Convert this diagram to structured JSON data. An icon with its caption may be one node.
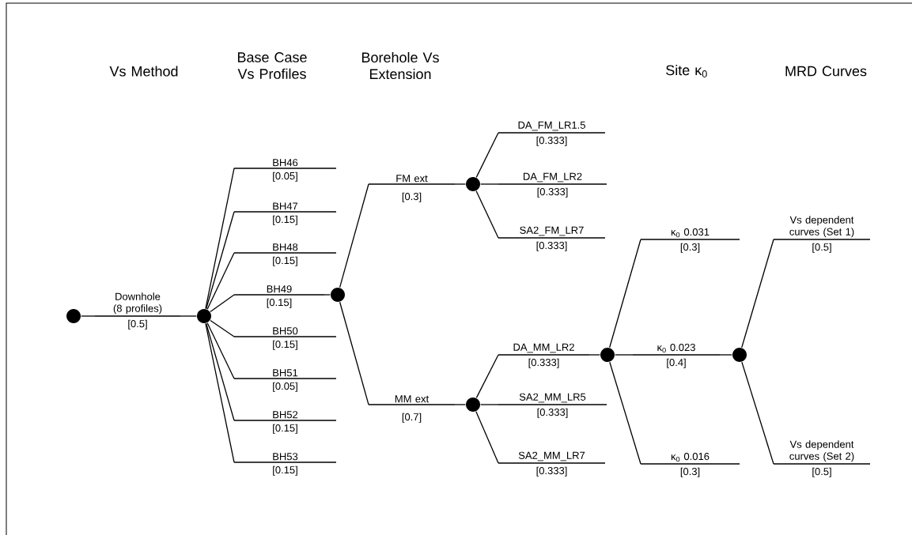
{
  "diagram": {
    "nodes": [
      {
        "text": [],
        "shape": "circle"
      },
      {
        "text": [
          "Downhole (8 profiles)",
          "[0.5]"
        ]
      },
      {
        "text": [],
        "shape": "circle"
      },
      {
        "text": [
          "BH46",
          "[0.05]"
        ]
      },
      {
        "text": [
          "BH47",
          "[0.15]"
        ]
      },
      {
        "text": [
          "BH48",
          "[0.15]"
        ]
      },
      {
        "text": [
          "BH49",
          "[0.15]"
        ]
      },
      {
        "text": [
          "BH50",
          "[0.15]"
        ]
      },
      {
        "text": [
          "BH51",
          "[0.05]"
        ]
      },
      {
        "text": [
          "BH52",
          "[0.15]"
        ]
      },
      {
        "text": [
          "BH53",
          "[0.15]"
        ]
      },
      {
        "text": [],
        "shape": "circle"
      },
      {
        "text": [
          "FM ext",
          "[0.3]"
        ]
      },
      {
        "text": [],
        "shape": "circle"
      },
      {
        "text": [
          "DA_FM_LR1.5",
          "[0.333]"
        ]
      },
      {
        "text": [
          "DA_FM_LR2",
          "[0.333]"
        ]
      },
      {
        "text": [
          "SA2_FM_LR7",
          "[0.333]"
        ]
      },
      {
        "text": [
          "MM ext",
          "[0.7]"
        ]
      },
      {
        "text": [],
        "shape": "circle"
      },
      {
        "text": [
          "DA_MM_LR2",
          "[0.333]"
        ]
      },
      {
        "text": [
          "SA2_MM_LR5",
          "[0.333]"
        ]
      },
      {
        "text": [
          "SA2_MM_LR7",
          "[0.333]"
        ]
      },
      {
        "text": [],
        "shape": "circle"
      },
      {
        "text": [
          "κ$_{0}$ 0.031",
          "[0.3]"
        ]
      },
      {
        "text": [
          "κ$_{0}$ 0.023",
          "[0.4]"
        ]
      },
      {
        "text": [
          "κ$_{0}$ 0.016",
          "[0.3]"
        ]
      },
      {
        "text": [],
        "shape": "circle"
      },
      {
        "text": [
          "Vs dependent curves (Set 1)",
          "[0.5]"
        ]
      },
      {
        "text": [
          "Vs dependent curves (Set 2)",
          "[0.5]"
        ]
      }
    ],
    "edges": [
      {
        "from": 0,
        "to": 1,
        "arrow": "none"
      },
      {
        "from": 1,
        "to": 2,
        "arrow": "none"
      },
      {
        "from": 2,
        "to": 3,
        "arrow": "none"
      },
      {
        "from": 2,
        "to": 4,
        "arrow": "none"
      },
      {
        "from": 2,
        "to": 5,
        "arrow": "none"
      },
      {
        "from": 2,
        "to": 6,
        "arrow": "none"
      },
      {
        "from": 2,
        "to": 7,
        "arrow": "none"
      },
      {
        "from": 2,
        "to": 8,
        "arrow": "none"
      },
      {
        "from": 2,
        "to": 9,
        "arrow": "none"
      },
      {
        "from": 2,
        "to": 10,
        "arrow": "none"
      },
      {
        "from": 6,
        "to": 11,
        "arrow": "none"
      },
      {
        "from": 11,
        "to": 12,
        "arrow": "none"
      },
      {
        "from": 11,
        "to": 17,
        "arrow": "none"
      },
      {
        "from": 12,
        "to": 13,
        "arrow": "none"
      },
      {
        "from": 13,
        "to": 14,
        "arrow": "none"
      },
      {
        "from": 13,
        "to": 15,
        "arrow": "none"
      },
      {
        "from": 13,
        "to": 16,
        "arrow": "none"
      },
      {
        "from": 17,
        "to": 18,
        "arrow": "none"
      },
      {
        "from": 18,
        "to": 19,
        "arrow": "none"
      },
      {
        "from": 18,
        "to": 20,
        "arrow": "none"
      },
      {
        "from": 18,
        "to": 21,
        "arrow": "none"
      },
      {
        "from": 19,
        "to": 22,
        "arrow": "none"
      },
      {
        "from": 22,
        "to": 23,
        "arrow": "none"
      },
      {
        "from": 22,
        "to": 24,
        "arrow": "none"
      },
      {
        "from": 22,
        "to": 25,
        "arrow": "none"
      },
      {
        "from": 24,
        "to": 26,
        "arrow": "none"
      },
      {
        "from": 26,
        "to": 27,
        "arrow": "none"
      },
      {
        "from": 26,
        "to": 28,
        "arrow": "none"
      }
    ],
    "labels": [
      "Vs Method",
      "Base Case Vs Profiles",
      "Borehole Vs Extension",
      "Site κ$_{0}$",
      "MRD Curves"
    ]
  }
}
